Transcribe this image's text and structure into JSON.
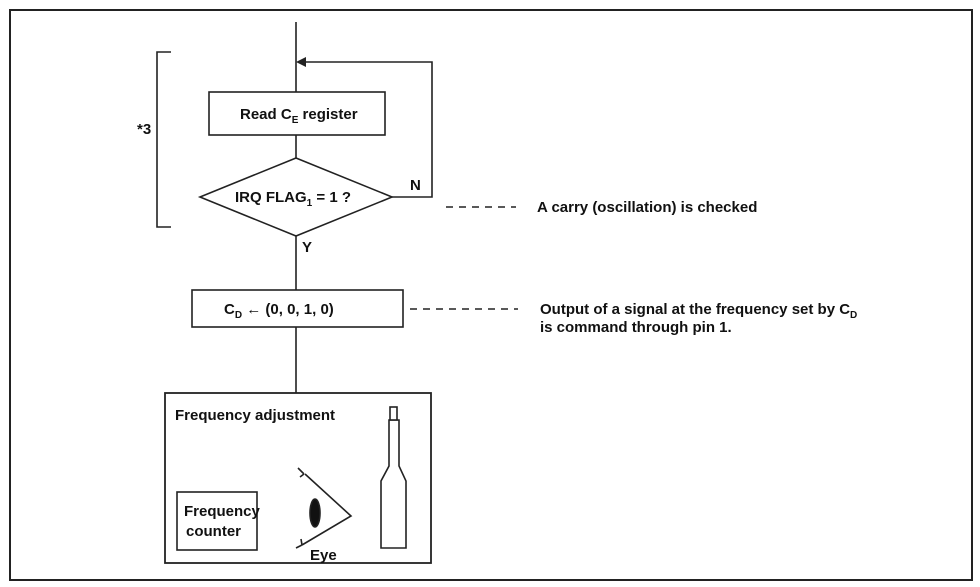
{
  "diagram": {
    "bracket_label": "*3",
    "read_box": {
      "text": "Read C",
      "sub": "E",
      "suffix": " register"
    },
    "decision": {
      "text": "IRQ FLAG",
      "sub": "1",
      "suffix": " = 1 ?",
      "yes_label": "Y",
      "no_label": "N"
    },
    "carry_note": "A carry (oscillation) is checked",
    "assign_box": {
      "text": "C",
      "sub": "D",
      "suffix": " ← (0, 0, 1, 0)"
    },
    "output_note": {
      "line1": "Output of a signal at the frequency set by C",
      "line1_sub": "D",
      "line2": "is command through pin 1."
    },
    "adjust_box": {
      "title": "Frequency adjustment",
      "counter_line1": "Frequency",
      "counter_line2": "counter",
      "eye_label": "Eye"
    }
  }
}
